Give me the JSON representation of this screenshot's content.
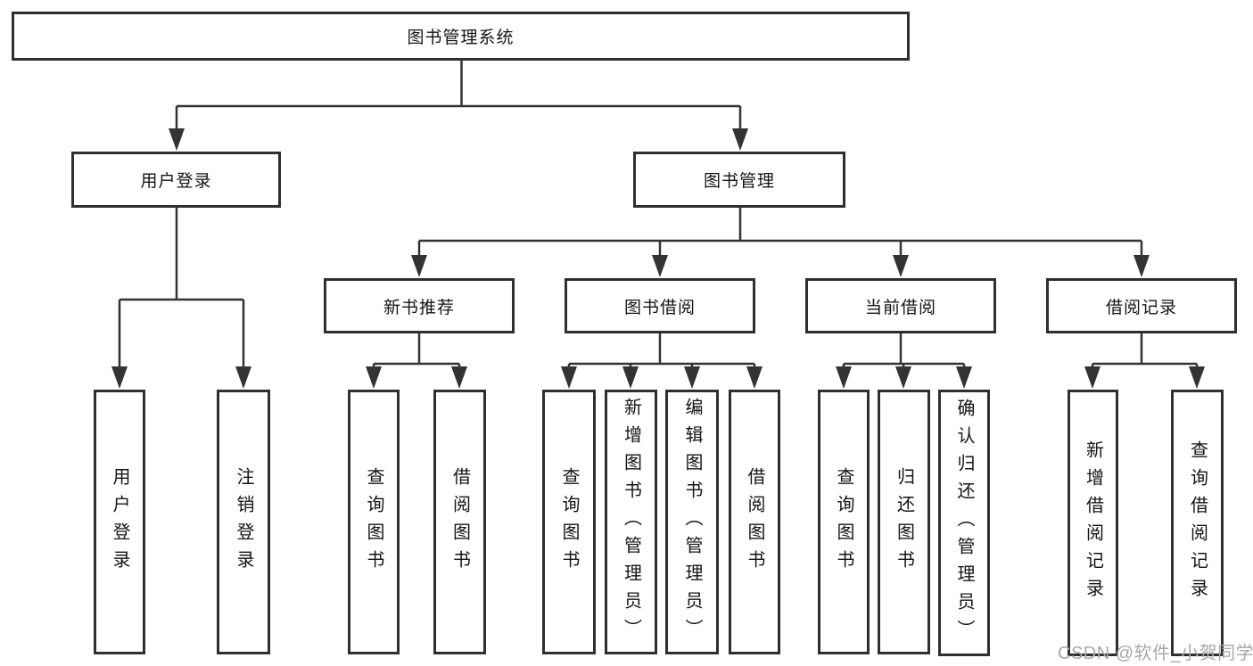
{
  "tree": {
    "label": "图书管理系统",
    "children": [
      {
        "label": "用户登录",
        "children": [
          {
            "label": "用户登录"
          },
          {
            "label": "注销登录"
          }
        ]
      },
      {
        "label": "图书管理",
        "children": [
          {
            "label": "新书推荐",
            "children": [
              {
                "label": "查询图书"
              },
              {
                "label": "借阅图书"
              }
            ]
          },
          {
            "label": "图书借阅",
            "children": [
              {
                "label": "查询图书"
              },
              {
                "label": "新增图书（管理员）"
              },
              {
                "label": "编辑图书（管理员）"
              },
              {
                "label": "借阅图书"
              }
            ]
          },
          {
            "label": "当前借阅",
            "children": [
              {
                "label": "查询图书"
              },
              {
                "label": "归还图书"
              },
              {
                "label": "确认归还（管理员）"
              }
            ]
          },
          {
            "label": "借阅记录",
            "children": [
              {
                "label": "新增借阅记录"
              },
              {
                "label": "查询借阅记录"
              }
            ]
          }
        ]
      }
    ]
  },
  "watermark": "CSDN @软件_小贺同学",
  "colors": {
    "line": "#333333",
    "box_border": "#2f2f2f",
    "text": "#141414",
    "watermark": "#a8a8a8",
    "background": "#ffffff"
  }
}
